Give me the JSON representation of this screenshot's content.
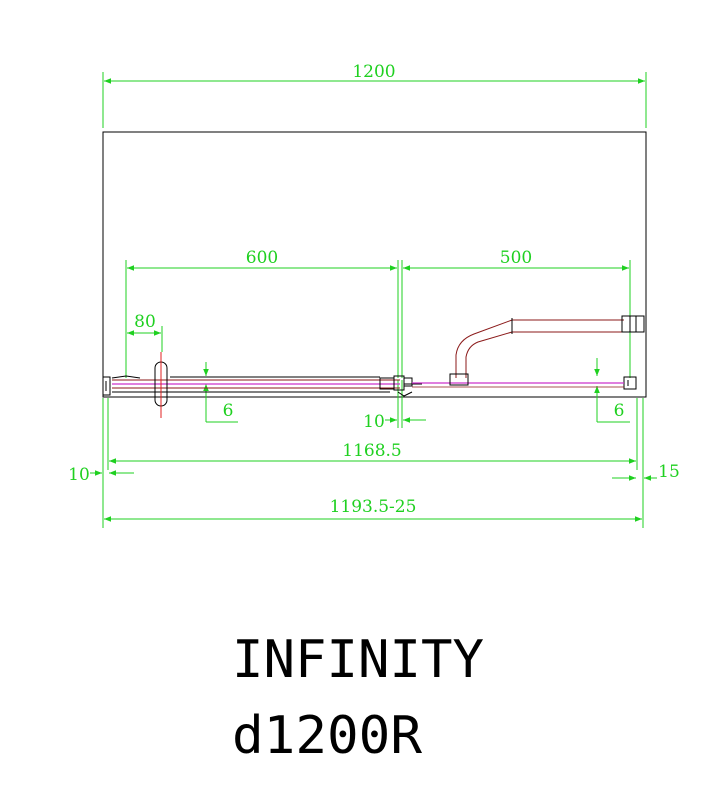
{
  "drawing": {
    "dimensions": {
      "overall_width": "1200",
      "sliding_door": "600",
      "fixed_panel": "500",
      "handle_offset": "80",
      "left_gap": "6",
      "overlap_gap": "10",
      "right_gap": "6",
      "inner_span": "1168.5",
      "left_wall_gap": "10",
      "right_wall_gap": "15",
      "adjust_range": "1193.5-25"
    },
    "colors": {
      "dimension": "#1fd020",
      "outline": "#000000",
      "glass": "#cc33cc",
      "profile": "#8b1a1a",
      "centerline": "#e02020"
    }
  },
  "title": {
    "product": "INFINITY",
    "model": "d1200R"
  }
}
